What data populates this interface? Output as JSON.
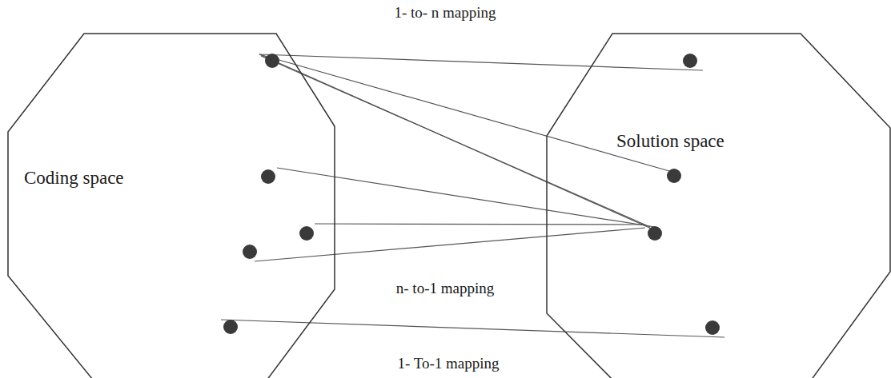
{
  "diagram": {
    "nodes": [
      {
        "text": [
          "Coding space"
        ]
      },
      {
        "text": [
          "Solution space"
        ]
      }
    ],
    "labels": [
      "1- to- n mapping",
      "n- to-1 mapping",
      "1- To-1 mapping"
    ]
  }
}
